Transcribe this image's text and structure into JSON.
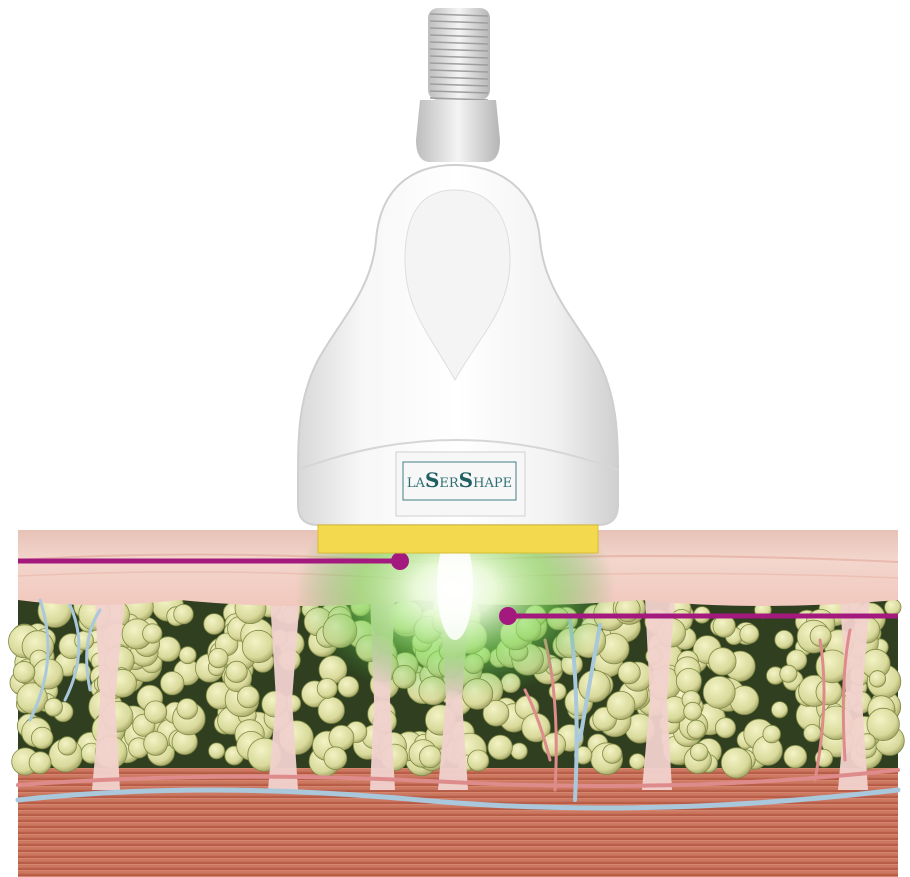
{
  "logo": {
    "prefix": "LA",
    "s1": "S",
    "mid": "ER",
    "s2": "S",
    "suffix": "HAPE"
  },
  "colors": {
    "tip": "#f2d94e",
    "indicator_line": "#a3197e",
    "glow": "#7ddc5c",
    "vessel_blue": "#a9c8dc",
    "vessel_red": "#de8b8b",
    "fat_cells": "#dfe0a2",
    "muscle": "#c8735e",
    "skin": "#f3cfc4"
  },
  "icons": [
    "laser-handpiece-icon",
    "skin-cross-section-icon",
    "logo-emblem-icon"
  ]
}
